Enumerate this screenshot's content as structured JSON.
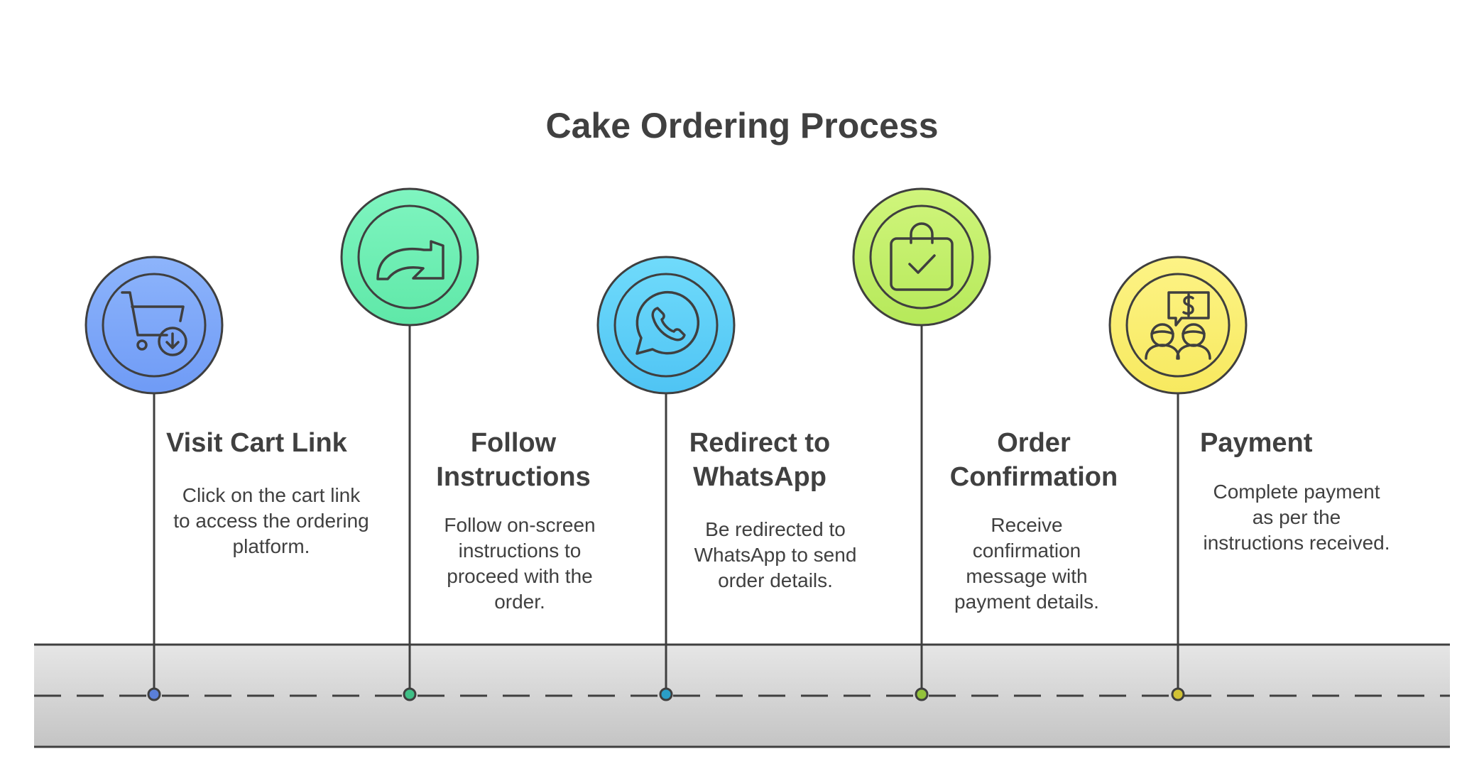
{
  "title": "Cake Ordering Process",
  "steps": [
    {
      "title": "Visit Cart Link",
      "description": "Click on the cart link to access the ordering platform.",
      "icon": "cart-download-icon",
      "color": "#7BA5FA"
    },
    {
      "title": "Follow Instructions",
      "description": "Follow on-screen instructions to proceed with the order.",
      "icon": "redirect-arrow-icon",
      "color": "#6EF0B4"
    },
    {
      "title": "Redirect to WhatsApp",
      "description": "Be redirected to WhatsApp to send order details.",
      "icon": "whatsapp-icon",
      "color": "#5CD0F8"
    },
    {
      "title": "Order Confirmation",
      "description": "Receive confirmation message with payment details.",
      "icon": "shopping-bag-check-icon",
      "color": "#C4F06A"
    },
    {
      "title": "Payment",
      "description": "Complete payment as per the instructions received.",
      "icon": "payment-chat-icon",
      "color": "#FBEF73"
    }
  ],
  "colors": {
    "stroke": "#3f3f3f",
    "road_top": "#e6e6e6",
    "road_bottom": "#c4c4c4"
  }
}
